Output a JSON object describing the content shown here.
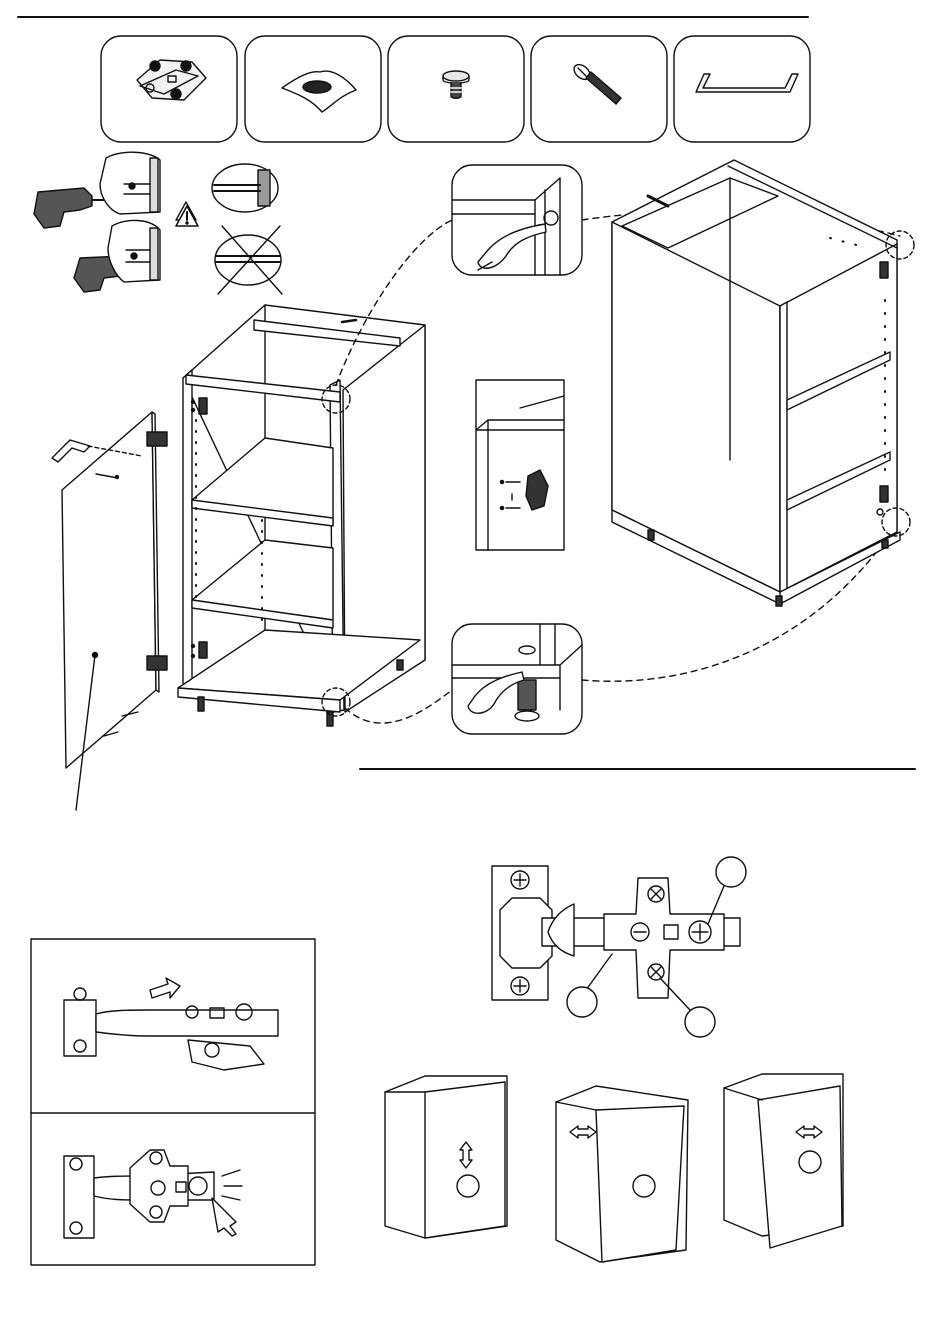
{
  "sheet": {
    "kind": "assembly-instruction-page",
    "stroke_color": "#111111",
    "background_color": "#ffffff"
  },
  "parts_panel": {
    "items": [
      {
        "id": "hinge-plate",
        "icon": "hinge-mounting-plate-icon"
      },
      {
        "id": "bumper-pad",
        "icon": "felt-pad-icon"
      },
      {
        "id": "furniture-glide",
        "icon": "glide-foot-icon"
      },
      {
        "id": "handle-bolt",
        "icon": "bolt-screw-icon"
      },
      {
        "id": "door-handle",
        "icon": "bar-handle-icon"
      }
    ]
  },
  "drilling_hint": {
    "icons": [
      "power-drill-icon",
      "warning-triangle-icon",
      "correct-drilling-icon",
      "wrong-drilling-icon"
    ],
    "warning_mark": "!"
  },
  "cabinet_assembly": {
    "callouts": [
      "top-corner-pin-detail",
      "hinge-plate-detail",
      "bottom-leg-detail"
    ]
  },
  "hinge_fitting": {
    "steps": [
      "slide-hinge-on-plate",
      "push-and-lock-hinge"
    ]
  },
  "hinge_adjustment": {
    "screw_markers": [
      "",
      "",
      ""
    ],
    "door_adjust_directions": [
      "vertical",
      "horizontal",
      "depth"
    ]
  }
}
